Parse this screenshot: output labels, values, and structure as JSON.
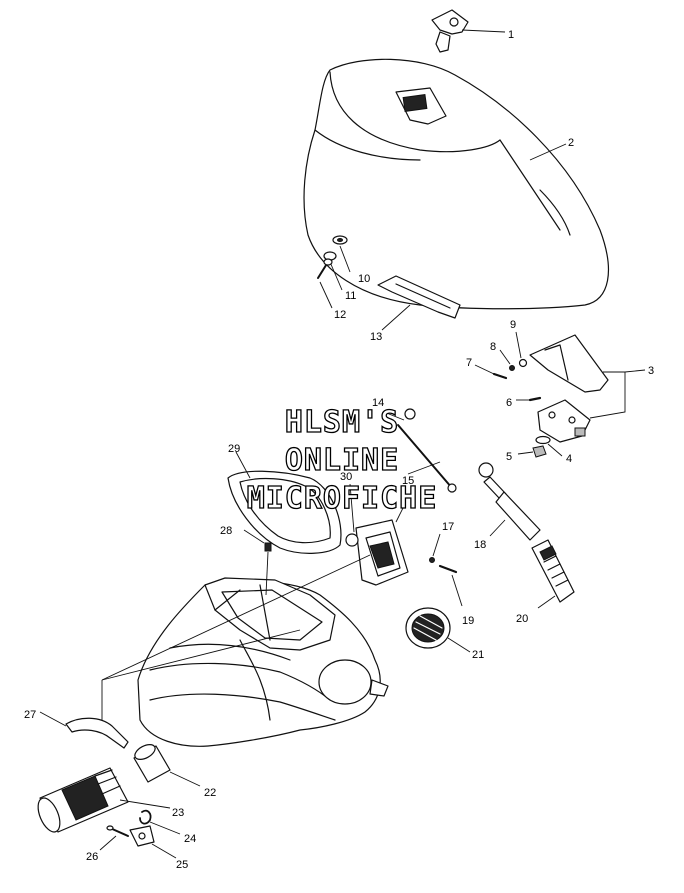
{
  "watermark": [
    "HLSM'S",
    "ONLINE",
    "MICROFICHE"
  ],
  "callouts": [
    "1",
    "2",
    "3",
    "4",
    "5",
    "6",
    "7",
    "8",
    "9",
    "10",
    "11",
    "12",
    "13",
    "14",
    "15",
    "17",
    "18",
    "19",
    "20",
    "21",
    "22",
    "23",
    "24",
    "25",
    "26",
    "27",
    "28",
    "29",
    "30"
  ]
}
